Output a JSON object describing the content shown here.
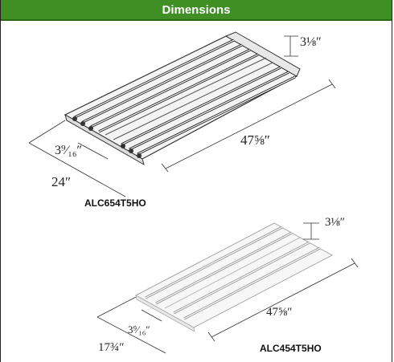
{
  "header": {
    "title": "Dimensions"
  },
  "fixture_top": {
    "model": "ALC654T5HO",
    "dims": {
      "height": "3⅛″",
      "length": "47⅝″",
      "lamp_spacing": "3⁹⁄₁₆″",
      "width": "24″"
    }
  },
  "fixture_bottom": {
    "model": "ALC454T5HO",
    "dims": {
      "height": "3⅛″",
      "length": "47⅝″",
      "lamp_spacing": "3⁹⁄₁₆″",
      "width": "17¾″"
    }
  }
}
